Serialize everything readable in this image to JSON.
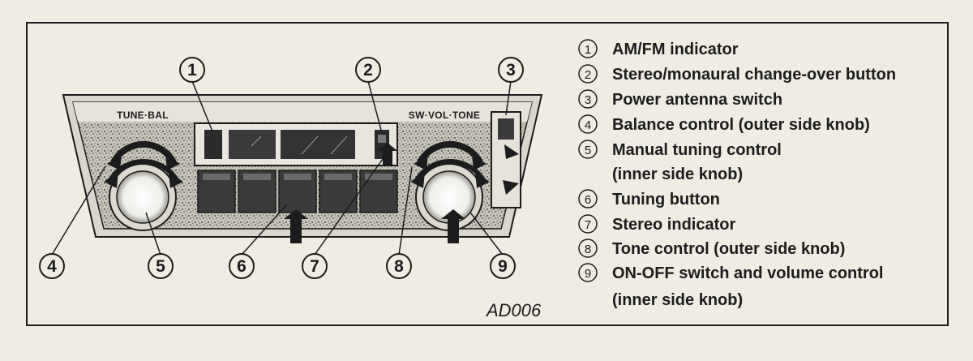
{
  "panel_labels": {
    "tune_bal": "TUNE·BAL",
    "sw_vol_tone": "SW·VOL·TONE"
  },
  "callouts": [
    "1",
    "2",
    "3",
    "4",
    "5",
    "6",
    "7",
    "8",
    "9"
  ],
  "legend": [
    {
      "number": "1",
      "lines": [
        "AM/FM indicator"
      ]
    },
    {
      "number": "2",
      "lines": [
        "Stereo/monaural change-over button"
      ]
    },
    {
      "number": "3",
      "lines": [
        "Power antenna switch"
      ]
    },
    {
      "number": "4",
      "lines": [
        "Balance control (outer side knob)"
      ]
    },
    {
      "number": "5",
      "lines": [
        "Manual tuning control",
        "(inner side knob)"
      ]
    },
    {
      "number": "6",
      "lines": [
        "Tuning button"
      ]
    },
    {
      "number": "7",
      "lines": [
        "Stereo indicator"
      ]
    },
    {
      "number": "8",
      "lines": [
        "Tone control (outer side knob)"
      ]
    },
    {
      "number": "9",
      "lines": [
        "ON-OFF switch and volume control",
        "(inner side knob)"
      ]
    }
  ],
  "figure_id": "AD006",
  "colors": {
    "ink": "#1c1c1c",
    "paper": "#efece3",
    "face": "#c9c6bc",
    "speckle": "#2a2a2a",
    "button": "#333333"
  }
}
